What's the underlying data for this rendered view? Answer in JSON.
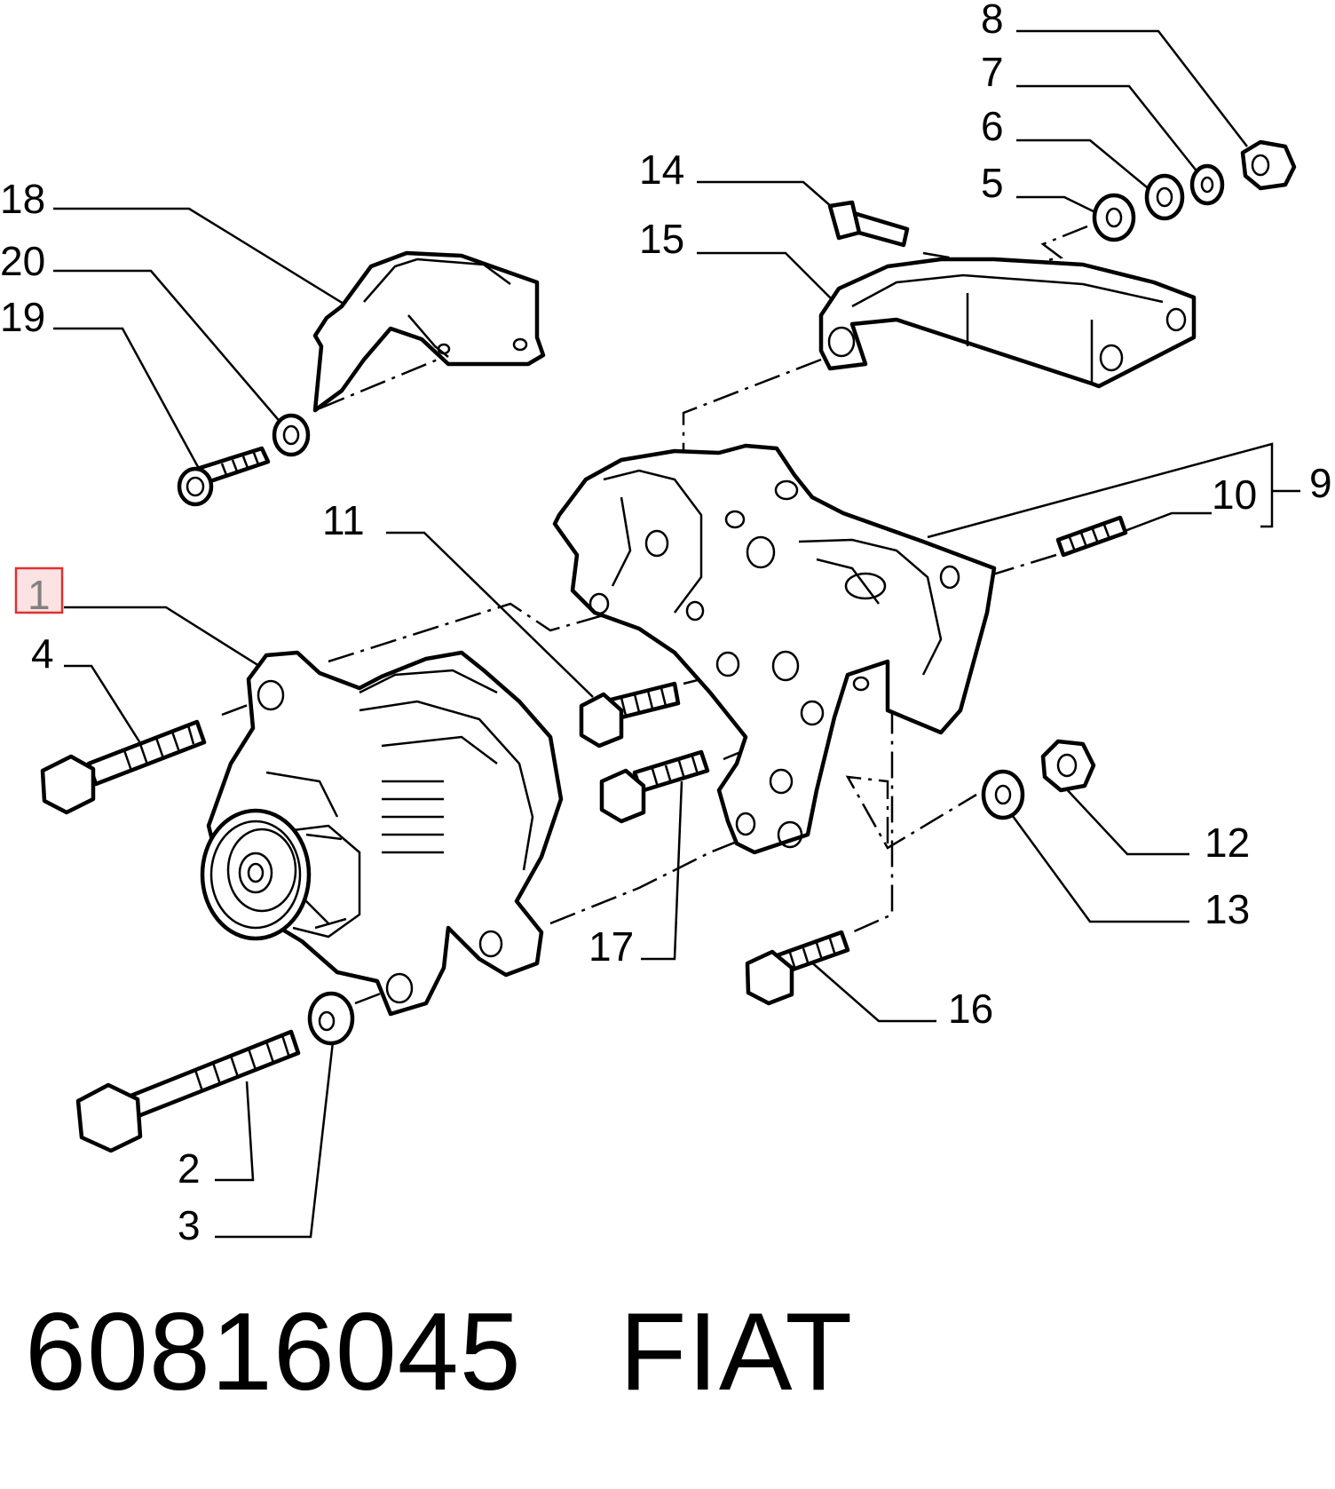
{
  "callouts": {
    "c1": "1",
    "c2": "2",
    "c3": "3",
    "c4": "4",
    "c5": "5",
    "c6": "6",
    "c7": "7",
    "c8": "8",
    "c9": "9",
    "c10": "10",
    "c11": "11",
    "c12": "12",
    "c13": "13",
    "c14": "14",
    "c15": "15",
    "c16": "16",
    "c17": "17",
    "c18": "18",
    "c19": "19",
    "c20": "20"
  },
  "highlighted_callout": "1",
  "highlight_color": "#e03030",
  "footer": {
    "part_number": "60816045",
    "brand": "FIAT"
  }
}
